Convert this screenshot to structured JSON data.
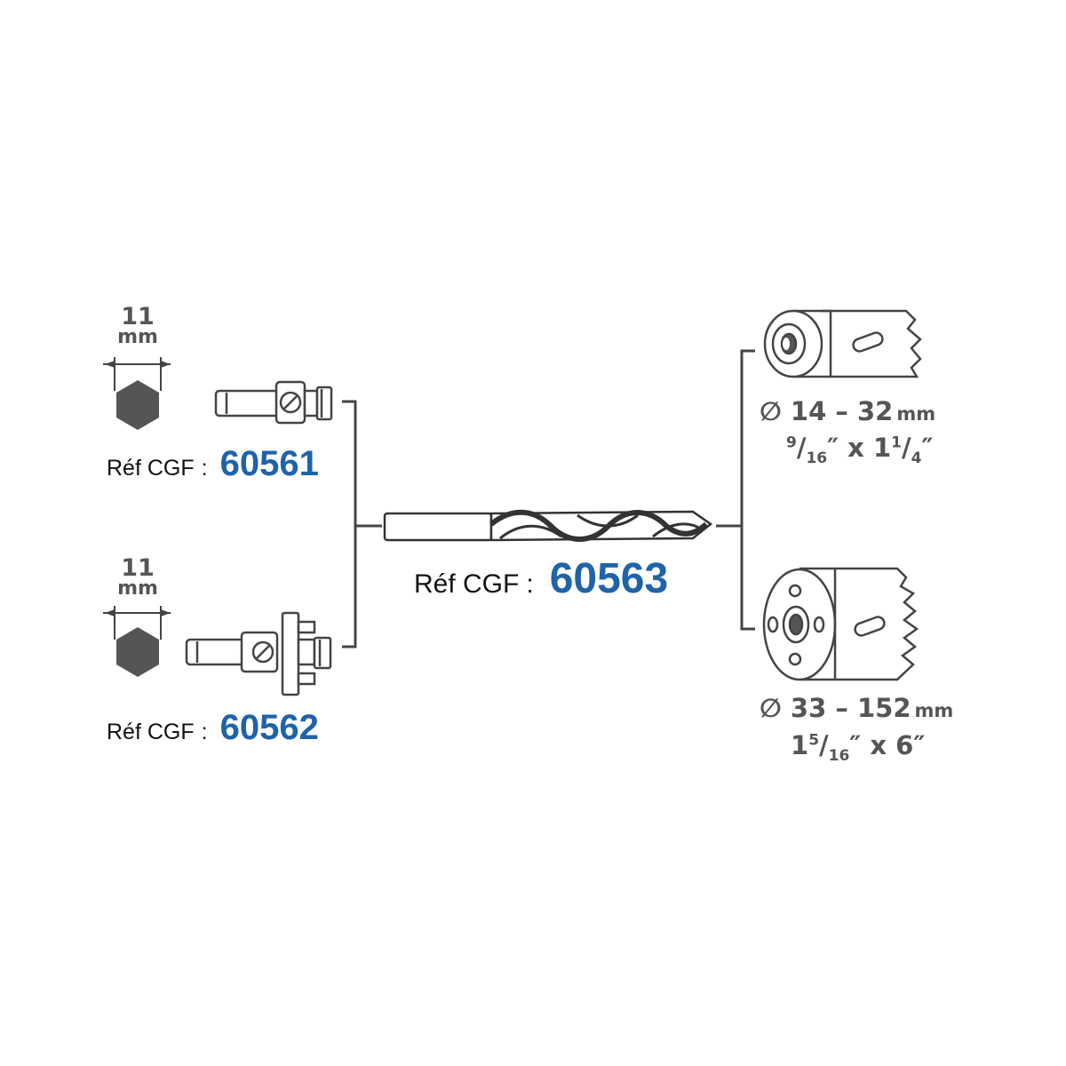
{
  "hex_labels": [
    {
      "value": "11",
      "unit": "mm"
    },
    {
      "value": "11",
      "unit": "mm"
    }
  ],
  "refs": [
    {
      "prefix": "Réf CGF",
      "colon": ":",
      "code": "60561"
    },
    {
      "prefix": "Réf CGF",
      "colon": ":",
      "code": "60562"
    },
    {
      "prefix": "Réf CGF",
      "colon": ":",
      "code": "60563"
    }
  ],
  "hole_saws": [
    {
      "diameter": "∅ 14 – 32",
      "metric_unit": "mm",
      "imperial_1_num": "9",
      "imperial_1_den": "16",
      "imperial_mid": "″ x 1",
      "imperial_2_num": "1",
      "imperial_2_den": "4",
      "imperial_end": "″"
    },
    {
      "diameter": "∅ 33 – 152",
      "metric_unit": "mm",
      "imperial_1_whole": "1",
      "imperial_1_num": "5",
      "imperial_1_den": "16",
      "imperial_end": "″ x 6″"
    }
  ],
  "colors": {
    "accent": "#1f63a8",
    "line_art": "#4a4a4a",
    "hex_fill": "#555555"
  },
  "icons": [
    "hex-shank-icon",
    "arbor-small-icon",
    "arbor-large-icon",
    "drill-bit-icon",
    "hole-saw-small-icon",
    "hole-saw-large-icon"
  ]
}
